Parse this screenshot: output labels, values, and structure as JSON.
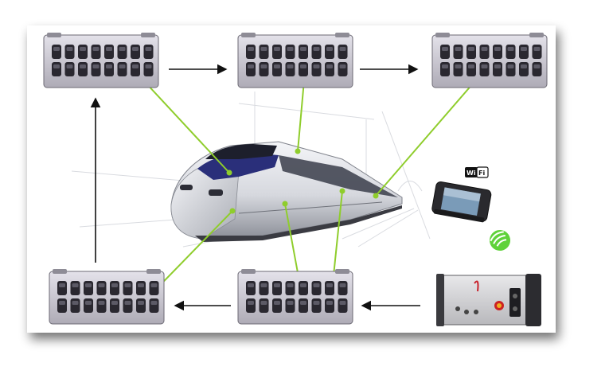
{
  "diagram": {
    "wifi_badge": {
      "left": "Wi",
      "right": "Fi"
    },
    "colors": {
      "link": "#8fcd2c",
      "arrow": "#111111",
      "module_body": "#c9c7d0",
      "module_dark": "#2a2830",
      "frame_shadow": "#9a9a9a",
      "train_silver": "#dcdee4",
      "train_blue": "#2a2f7a",
      "wireless_green": "#66d640"
    },
    "modules": [
      {
        "id": "top-left"
      },
      {
        "id": "top-center"
      },
      {
        "id": "top-right"
      },
      {
        "id": "bottom-left"
      },
      {
        "id": "bottom-center"
      }
    ],
    "devices": {
      "tablet": "tablet-icon",
      "recorder": "data-acquisition-unit-icon",
      "wireless": "wireless-signal-icon"
    }
  }
}
